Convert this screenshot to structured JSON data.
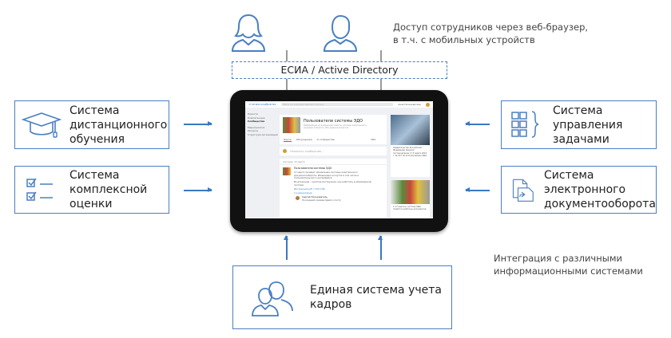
{
  "access_note": [
    "Доступ сотрудников через веб-браузер,",
    "в т.ч. с мобильных устройств"
  ],
  "auth": "ЕСИА / Active Directory",
  "left_systems": [
    {
      "label": [
        "Система",
        "дистанционного",
        "обучения"
      ],
      "icon": "graduation-cap-icon"
    },
    {
      "label": [
        "Система",
        "комплексной",
        "оценки"
      ],
      "icon": "checklist-icon"
    }
  ],
  "right_systems": [
    {
      "label": [
        "Система",
        "управления",
        "задачами"
      ],
      "icon": "task-list-icon"
    },
    {
      "label": [
        "Система",
        "электронного",
        "документооборота"
      ],
      "icon": "document-flow-icon"
    }
  ],
  "bottom_system": {
    "label": [
      "Единая система учета",
      "кадров"
    ],
    "icon": "users-icon"
  },
  "integration_note": [
    "Интеграция с различными",
    "информационными системами"
  ],
  "screen": {
    "logo": "«Сигма»соцбизнес",
    "search_placeholder": "Поиск по корпоративному порталу",
    "user": "Анна Пользователь",
    "nav": [
      "Новости",
      "Компетенции",
      "Сообщества",
      "Мероприятия",
      "Ресурсы",
      "Структура организации"
    ],
    "community_title": "Пользователи системы ЭДО",
    "community_desc": "Информация об изменениях работы системы электронного документооборота. Обсуждение вопросов",
    "tabs": [
      "Лента",
      "Обсуждения",
      "О сообществе"
    ],
    "members": "284",
    "compose_placeholder": "Написать сообщение...",
    "date": "Сегодня, 15 марта",
    "post_author": "Пользователи системы ЭДО",
    "post_text": "17 марта пройдет обновление системы электронного документооборота. Изменения коснутся в том числе и пользовательского интерфейса.",
    "post_text2": "Во вложении – краткая инструкция, как работать в обновленной системе",
    "attachment": "Инструкция.pdf / 176,5 КБ",
    "comments_link": "2 комментария",
    "commenter": "Сергей Пользователь",
    "comment": "Последний комментарий к посту",
    "side_news": "Правительство Российской Федерации приняло постановление от 5 марта 2019 г. № 227 об использовании ЭДО",
    "side_news2": "С 17 марта в системе ЭДО появятся шаблоны документов"
  }
}
